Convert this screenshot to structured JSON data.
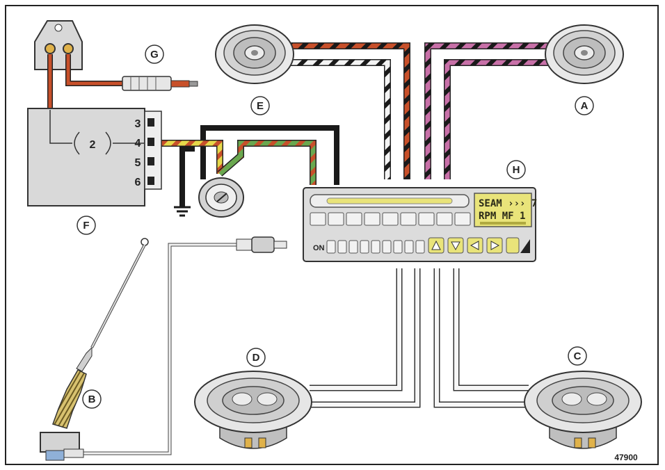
{
  "labels": {
    "a": "A",
    "b": "B",
    "c": "C",
    "d": "D",
    "e": "E",
    "f": "F",
    "g": "G",
    "h": "H"
  },
  "module": {
    "inner_label": "2",
    "pins": [
      "3",
      "4",
      "5",
      "6"
    ]
  },
  "radio": {
    "display_line1": "SEAM ››› 7",
    "display_line2": "RPM MF 1",
    "on_label": "ON"
  },
  "reference_number": "47900",
  "colors": {
    "orange_wire": "#c8502a",
    "pink_wire": "#c870a8",
    "green_wire": "#6aa84f",
    "yellow_wire": "#e6d84a",
    "display": "#e9e47a",
    "unit_body": "#dcdcdc"
  }
}
